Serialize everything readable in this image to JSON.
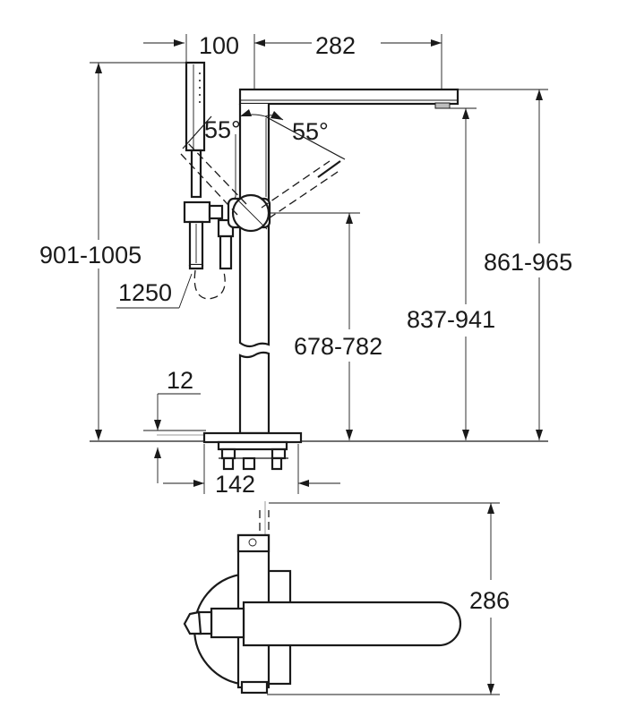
{
  "dimensions": {
    "hand_shower_offset": "100",
    "spout_reach": "282",
    "angle_left": "55°",
    "angle_right": "55°",
    "overall_height": "901-1005",
    "spout_top_height": "861-965",
    "spout_outlet_height": "837-941",
    "handle_height": "678-782",
    "hose_length": "1250",
    "floor_finish": "12",
    "base_width": "142",
    "plan_depth": "286"
  }
}
